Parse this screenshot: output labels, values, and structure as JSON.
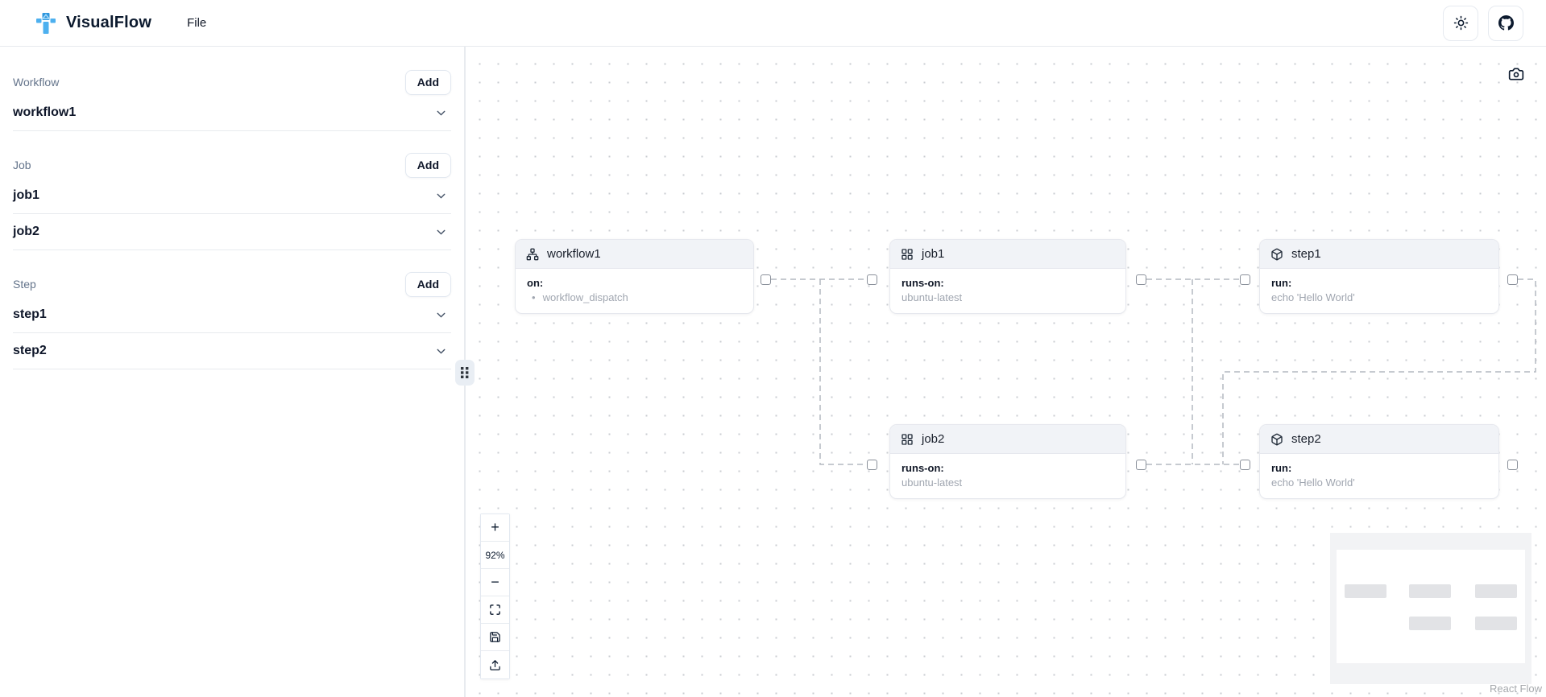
{
  "colors": {
    "brand_blue": "#3aa3ea",
    "edge_gray": "#b4b8c0",
    "node_header_bg": "#f1f3f7"
  },
  "header": {
    "app_name": "VisualFlow",
    "menu_items": [
      {
        "label": "File"
      }
    ],
    "actions": [
      {
        "name": "theme-toggle",
        "icon": "sun-icon"
      },
      {
        "name": "github",
        "icon": "github-icon"
      }
    ]
  },
  "sidebar": {
    "sections": [
      {
        "label": "Workflow",
        "add_label": "Add",
        "items": [
          {
            "name": "workflow1"
          }
        ]
      },
      {
        "label": "Job",
        "add_label": "Add",
        "items": [
          {
            "name": "job1"
          },
          {
            "name": "job2"
          }
        ]
      },
      {
        "label": "Step",
        "add_label": "Add",
        "items": [
          {
            "name": "step1"
          },
          {
            "name": "step2"
          }
        ]
      }
    ]
  },
  "canvas": {
    "nodes": [
      {
        "title": "workflow1",
        "icon": "network-icon",
        "key": "on:",
        "value": "workflow_dispatch",
        "bullet": "•"
      },
      {
        "title": "job1",
        "icon": "grid-icon",
        "key": "runs-on:",
        "value": "ubuntu-latest"
      },
      {
        "title": "step1",
        "icon": "package-icon",
        "key": "run:",
        "value": "echo 'Hello World'"
      },
      {
        "title": "job2",
        "icon": "grid-icon",
        "key": "runs-on:",
        "value": "ubuntu-latest"
      },
      {
        "title": "step2",
        "icon": "package-icon",
        "key": "run:",
        "value": "echo 'Hello World'"
      }
    ],
    "controls": {
      "zoom_in_label": "+",
      "zoom_level": "92%",
      "zoom_out_label": "−",
      "icons": [
        "fit-view-icon",
        "save-icon",
        "upload-icon"
      ]
    },
    "screenshot_icon": "camera-icon",
    "attribution": "React Flow"
  }
}
